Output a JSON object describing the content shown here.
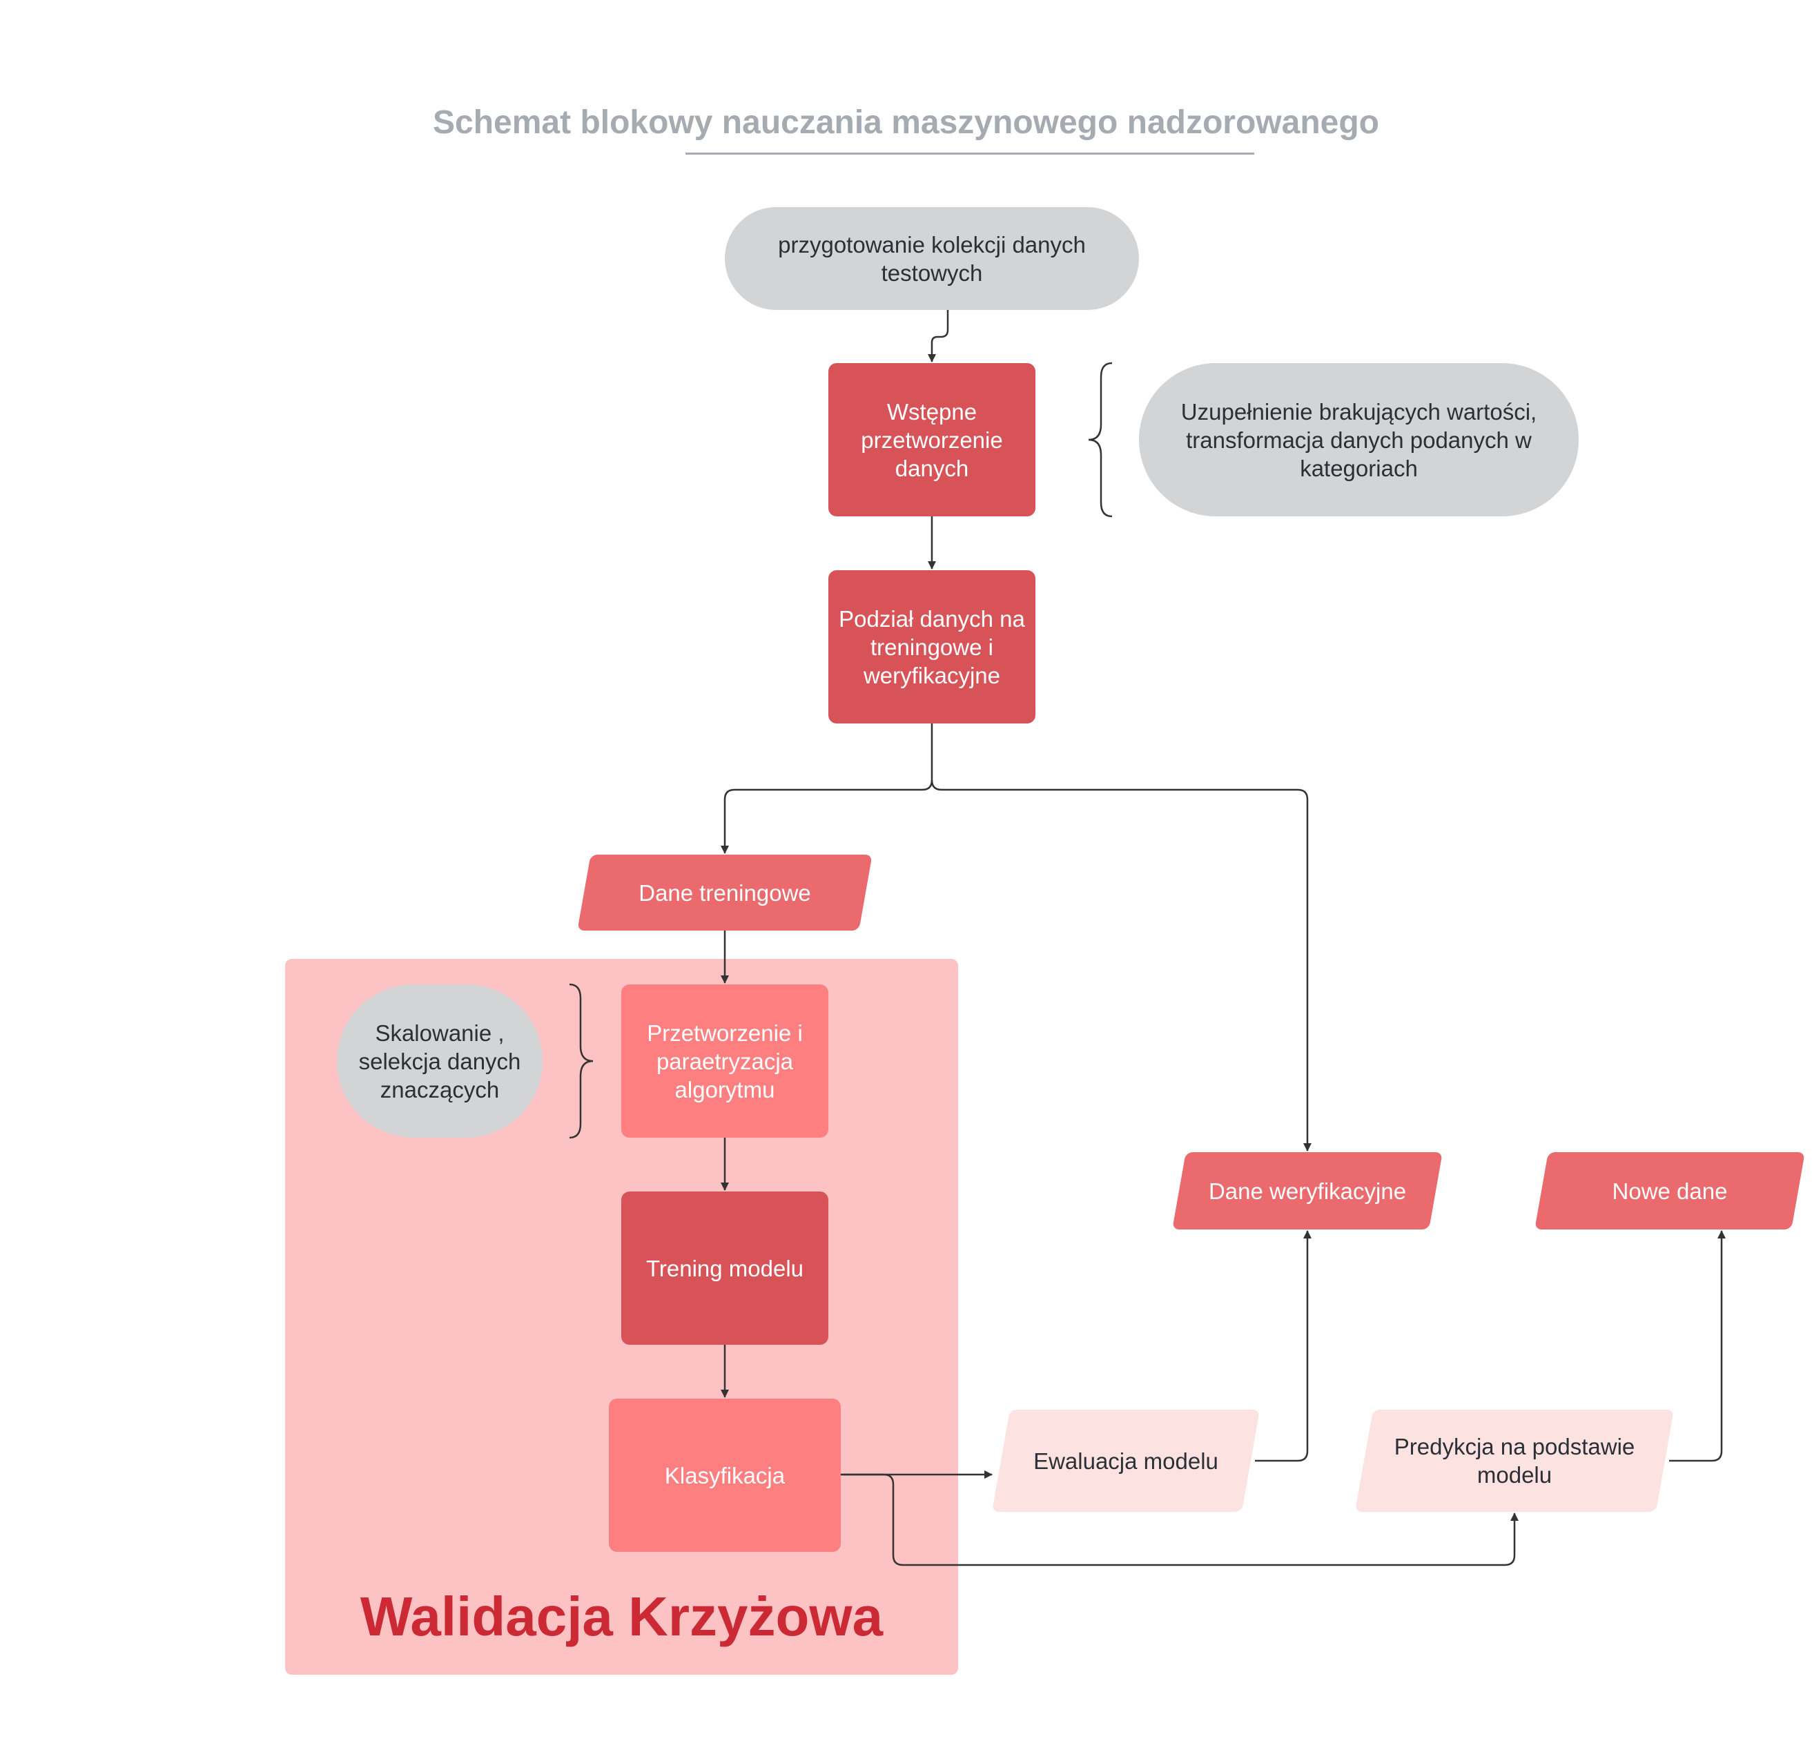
{
  "title": "Schemat blokowy nauczania maszynowego nadzorowanego",
  "group": {
    "label": "Walidacja Krzyżowa",
    "fill": "#fdc2c3",
    "label_color": "#cb2a35"
  },
  "colors": {
    "terminal": "#d3d4d6",
    "process_dark": "#d85358",
    "process_light": "#fe7f80",
    "data_red": "#ea6a6d",
    "data_pale": "#fde2e2",
    "connector": "#333333",
    "title": "#a6aab1"
  },
  "nodes": {
    "collection": {
      "text": "przygotowanie kolekcji danych\ntestowych"
    },
    "preprocess": {
      "text": "Wstępne\nprzetworzenie\ndanych"
    },
    "preprocess_note": {
      "text": "Uzupełnienie brakujących wartości,\ntransformacja danych podanych w\nkategoriach"
    },
    "split": {
      "text": "Podział danych na\ntreningowe i\nweryfikacyjne"
    },
    "train_data": {
      "text": "Dane treningowe"
    },
    "scaling_note": {
      "text": "Skalowanie ,\nselekcja danych\nznaczących"
    },
    "algorithm": {
      "text": "Przetworzenie i\nparaetryzacja\nalgorytmu"
    },
    "training": {
      "text": "Trening modelu"
    },
    "classification": {
      "text": "Klasyfikacja"
    },
    "verify_data": {
      "text": "Dane weryfikacyjne"
    },
    "new_data": {
      "text": "Nowe dane"
    },
    "evaluation": {
      "text": "Ewaluacja modelu"
    },
    "prediction": {
      "text": "Predykcja na podstawie\nmodelu"
    }
  },
  "edges": [
    {
      "from": "collection",
      "to": "preprocess"
    },
    {
      "from": "preprocess",
      "to": "split"
    },
    {
      "from": "split",
      "to": "train_data"
    },
    {
      "from": "split",
      "to": "verify_data"
    },
    {
      "from": "train_data",
      "to": "algorithm"
    },
    {
      "from": "algorithm",
      "to": "training"
    },
    {
      "from": "training",
      "to": "classification"
    },
    {
      "from": "classification",
      "to": "evaluation"
    },
    {
      "from": "classification",
      "to": "prediction"
    },
    {
      "from": "evaluation",
      "to": "verify_data"
    },
    {
      "from": "prediction",
      "to": "new_data"
    }
  ]
}
